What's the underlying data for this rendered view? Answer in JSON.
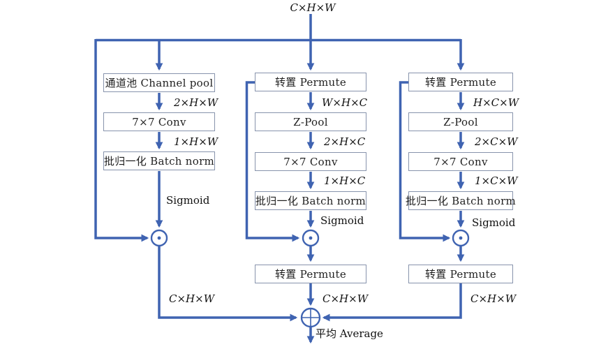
{
  "title": "C×H×W",
  "colors": {
    "arrow_blue": "#3f63b1",
    "box_border": "#8793ac",
    "text": "#1c1c1c"
  },
  "branches": {
    "left": {
      "boxes": [
        "通道池 Channel pool",
        "7×7 Conv",
        "批归一化 Batch norm"
      ],
      "dims": [
        "2×H×W",
        "1×H×W"
      ],
      "sigmoid_label": "Sigmoid",
      "output_dim": "C×H×W"
    },
    "middle": {
      "boxes": [
        "转置 Permute",
        "Z-Pool",
        "7×7 Conv",
        "批归一化 Batch norm"
      ],
      "dims": [
        "W×H×C",
        "2×H×C",
        "1×H×C"
      ],
      "sigmoid_label": "Sigmoid",
      "permute_out": "转置 Permute",
      "output_dim": "C×H×W"
    },
    "right": {
      "boxes": [
        "转置 Permute",
        "Z-Pool",
        "7×7 Conv",
        "批归一化 Batch norm"
      ],
      "dims": [
        "H×C×W",
        "2×C×W",
        "1×C×W"
      ],
      "sigmoid_label": "Sigmoid",
      "permute_out": "转置 Permute",
      "output_dim": "C×H×W"
    }
  },
  "merge": {
    "average_label": "平均 Average"
  }
}
